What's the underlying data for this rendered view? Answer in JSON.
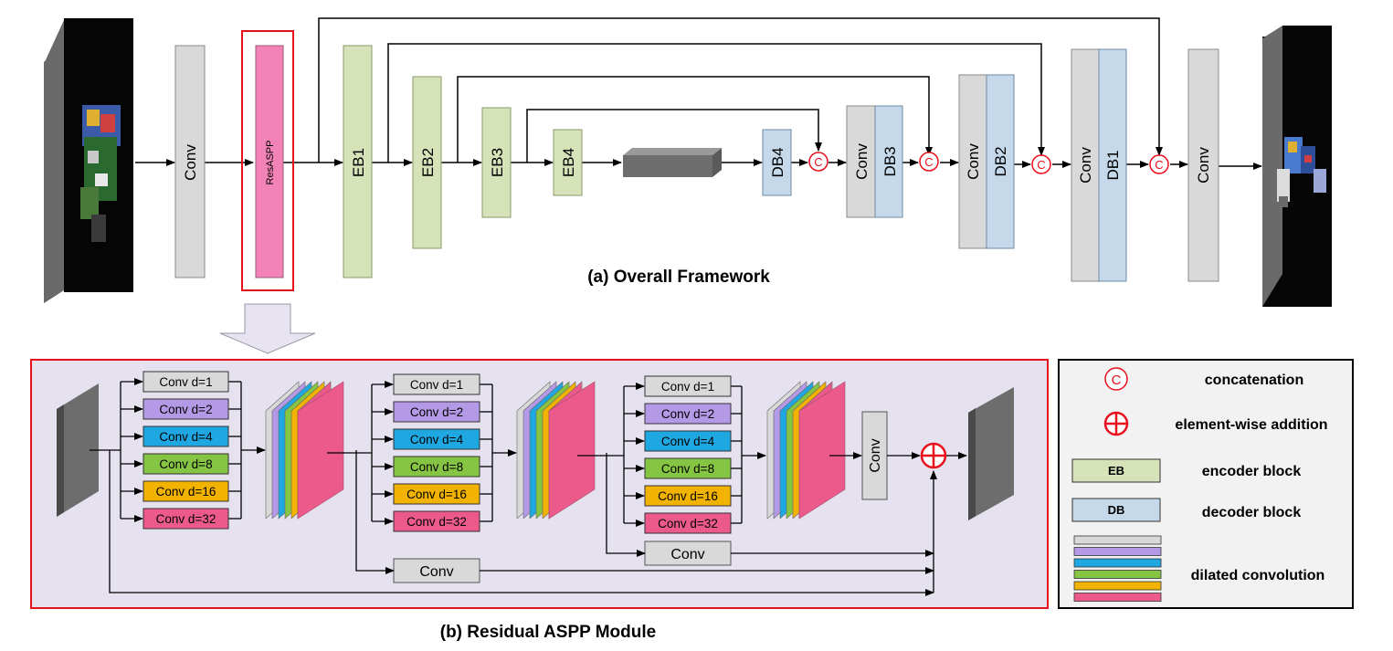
{
  "overall": {
    "caption": "(a) Overall Framework",
    "conv1": "Conv",
    "resaspp": "ResASPP",
    "eb": [
      "EB1",
      "EB2",
      "EB3",
      "EB4"
    ],
    "db4": "DB4",
    "dec_conv": "Conv",
    "db": [
      "DB3",
      "DB2",
      "DB1"
    ],
    "final_conv": "Conv",
    "concat_symbol": "C"
  },
  "aspp": {
    "caption": "(b) Residual ASPP Module",
    "branches": [
      "Conv d=1",
      "Conv d=2",
      "Conv d=4",
      "Conv d=8",
      "Conv d=16",
      "Conv d=32"
    ],
    "branch_colors": [
      "#d9d9d9",
      "#b49ae6",
      "#1ea7e1",
      "#86c443",
      "#f2b200",
      "#ec5a8c"
    ],
    "skip_conv": "Conv",
    "tail_conv": "Conv"
  },
  "legend": {
    "concatenation": "concatenation",
    "addition": "element-wise addition",
    "eb_box": "EB",
    "eb_label": "encoder block",
    "db_box": "DB",
    "db_label": "decoder block",
    "dilated_label": "dilated convolution"
  },
  "colors": {
    "conv": "#d9d9d9",
    "resaspp": "#f283b6",
    "encoder": "#d6e2b8",
    "decoder": "#c5d9eb",
    "accent_red": "#e8101c",
    "module_bg": "#e6e1ee",
    "legend_bg": "#f2f2f2"
  }
}
